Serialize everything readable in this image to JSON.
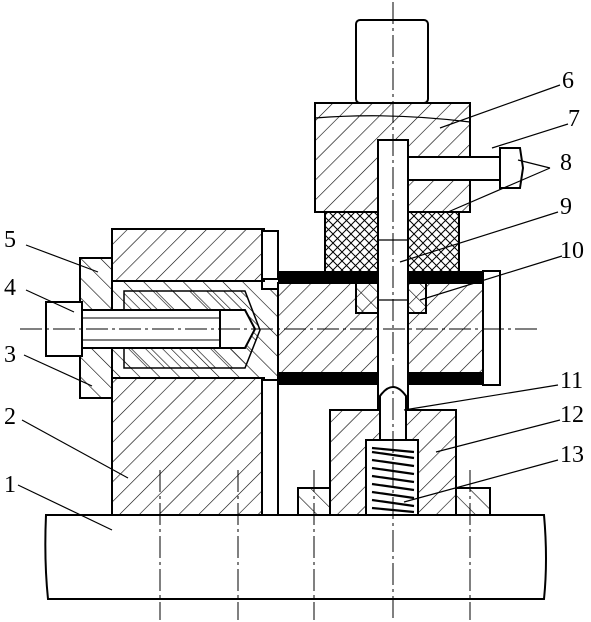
{
  "diagram": {
    "callouts": [
      {
        "id": "c1",
        "label": "1"
      },
      {
        "id": "c2",
        "label": "2"
      },
      {
        "id": "c3",
        "label": "3"
      },
      {
        "id": "c4",
        "label": "4"
      },
      {
        "id": "c5",
        "label": "5"
      },
      {
        "id": "c6",
        "label": "6"
      },
      {
        "id": "c7",
        "label": "7"
      },
      {
        "id": "c8",
        "label": "8"
      },
      {
        "id": "c9",
        "label": "9"
      },
      {
        "id": "c10",
        "label": "10"
      },
      {
        "id": "c11",
        "label": "11"
      },
      {
        "id": "c12",
        "label": "12"
      },
      {
        "id": "c13",
        "label": "13"
      }
    ],
    "colors": {
      "line": "#000000",
      "fill_section": "#ffffff",
      "background": "#ffffff"
    }
  }
}
